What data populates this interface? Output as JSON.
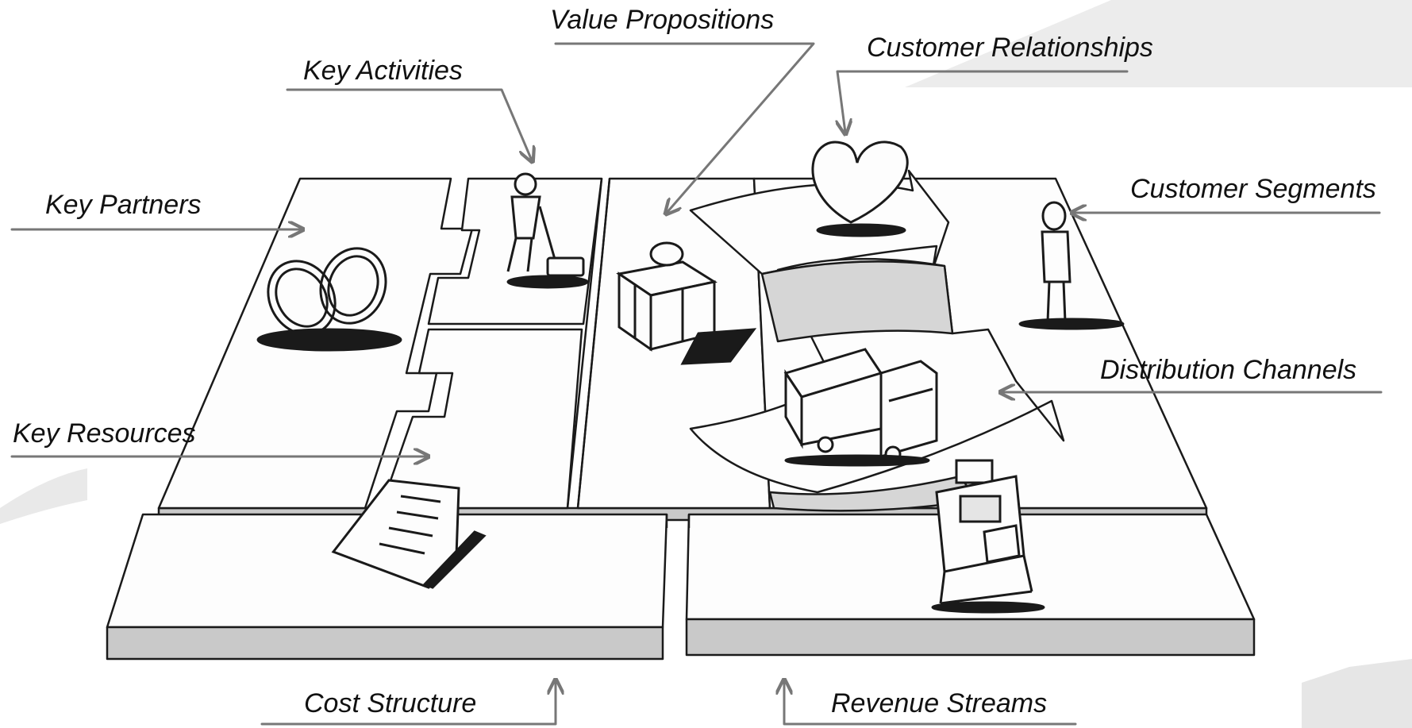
{
  "labels": {
    "value_propositions": "Value Propositions",
    "customer_relationships": "Customer Relationships",
    "key_activities": "Key Activities",
    "key_partners": "Key Partners",
    "customer_segments": "Customer Segments",
    "distribution_channels": "Distribution Channels",
    "key_resources": "Key Resources",
    "cost_structure": "Cost Structure",
    "revenue_streams": "Revenue Streams"
  },
  "colors": {
    "line": "#777777",
    "sketch": "#1a1a1a",
    "tile_top": "#fdfdfd",
    "tile_side": "#c9c9c9",
    "bg_shape": "#ececec"
  },
  "icons": [
    "rings-icon",
    "worker-icon",
    "gift-box-icon",
    "heart-icon",
    "person-icon",
    "truck-icon",
    "cash-register-icon",
    "document-icon"
  ]
}
